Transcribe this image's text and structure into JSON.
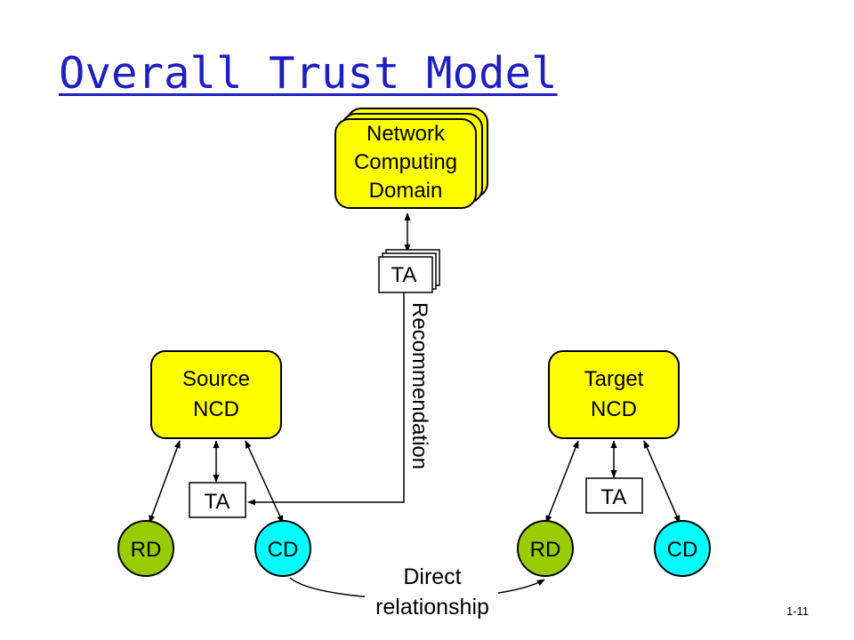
{
  "slide": {
    "title": "Overall Trust Model",
    "number": "1-11"
  },
  "nodes": {
    "network_domain": {
      "lines": [
        "Network",
        "Computing",
        "Domain"
      ],
      "fill": "#ffff00"
    },
    "ta_top": "TA",
    "source_ncd": {
      "lines": [
        "Source",
        "NCD"
      ],
      "fill": "#ffff00"
    },
    "target_ncd": {
      "lines": [
        "Target",
        "NCD"
      ],
      "fill": "#ffff00"
    },
    "ta_left": "TA",
    "ta_right": "TA",
    "rd_left": {
      "label": "RD",
      "fill": "#99cc00"
    },
    "cd_left": {
      "label": "CD",
      "fill": "#00ffff"
    },
    "rd_right": {
      "label": "RD",
      "fill": "#99cc00"
    },
    "cd_right": {
      "label": "CD",
      "fill": "#00ffff"
    }
  },
  "edges": {
    "recommendation": "Recommendation",
    "direct_relationship": [
      "Direct",
      "relationship"
    ]
  }
}
